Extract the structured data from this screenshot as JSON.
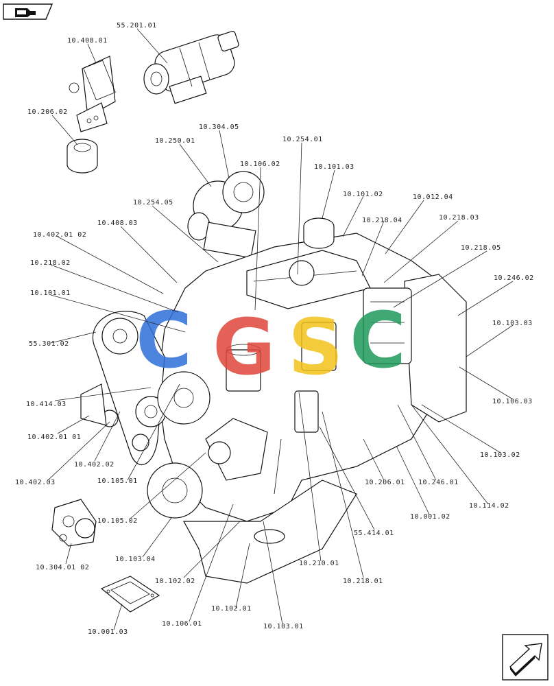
{
  "colors": {
    "line": "#111111",
    "watermark_blue": "#2e6fd8",
    "watermark_red": "#e0463c",
    "watermark_yellow": "#f2c21b",
    "watermark_green": "#1f9a5a"
  },
  "icons": {
    "top_left": "book-arrow-icon",
    "bottom_right": "next-page-arrow-icon"
  },
  "watermark": {
    "letters": [
      "C",
      "G",
      "S",
      "C"
    ]
  },
  "callouts": [
    "55.201.01",
    "10.408.01",
    "10.206.02",
    "10.304.05",
    "10.250.01",
    "10.254.01",
    "10.106.02",
    "10.101.03",
    "10.101.02",
    "10.012.04",
    "10.218.04",
    "10.218.03",
    "10.254.05",
    "10.408.03",
    "10.402.01 02",
    "10.218.05",
    "10.218.02",
    "10.246.02",
    "10.101.01",
    "10.103.03",
    "55.301.02",
    "10.106.03",
    "10.414.03",
    "10.402.01 01",
    "10.103.02",
    "10.402.02",
    "10.206.01",
    "10.246.01",
    "10.402.03",
    "10.105.01",
    "10.114.02",
    "10.001.02",
    "55.414.01",
    "10.105.02",
    "10.103.04",
    "10.210.01",
    "10.304.01 02",
    "10.218.01",
    "10.102.02",
    "10.102.01",
    "10.106.01",
    "10.001.03",
    "10.103.01"
  ]
}
